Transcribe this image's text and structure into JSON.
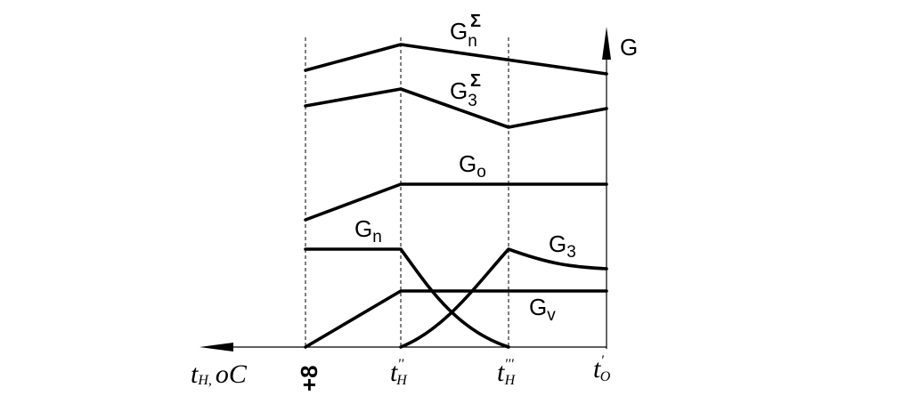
{
  "diagram": {
    "curves": [
      {
        "id": "g-n-sum",
        "label": "G",
        "subscript": "n",
        "superscript": "Σ"
      },
      {
        "id": "g-3-sum",
        "label": "G",
        "subscript": "3",
        "superscript": "Σ"
      },
      {
        "id": "g-o",
        "label": "G",
        "subscript": "o"
      },
      {
        "id": "g-n",
        "label": "G",
        "subscript": "n"
      },
      {
        "id": "g-3",
        "label": "G",
        "subscript": "3"
      },
      {
        "id": "g-v",
        "label": "G",
        "subscript": "v"
      }
    ],
    "y_axis_label": "G",
    "x_axis": {
      "main_label": "t",
      "main_subscript": "H,",
      "main_unit": "oC",
      "ticks": [
        {
          "id": "t-plus8",
          "text": "+8"
        },
        {
          "id": "t-h2",
          "text": "t",
          "prime": "''",
          "subscript": "H"
        },
        {
          "id": "t-h3",
          "text": "t",
          "prime": "'''",
          "subscript": "H"
        },
        {
          "id": "t-o",
          "text": "t",
          "prime": "'",
          "subscript": "O"
        }
      ]
    }
  }
}
